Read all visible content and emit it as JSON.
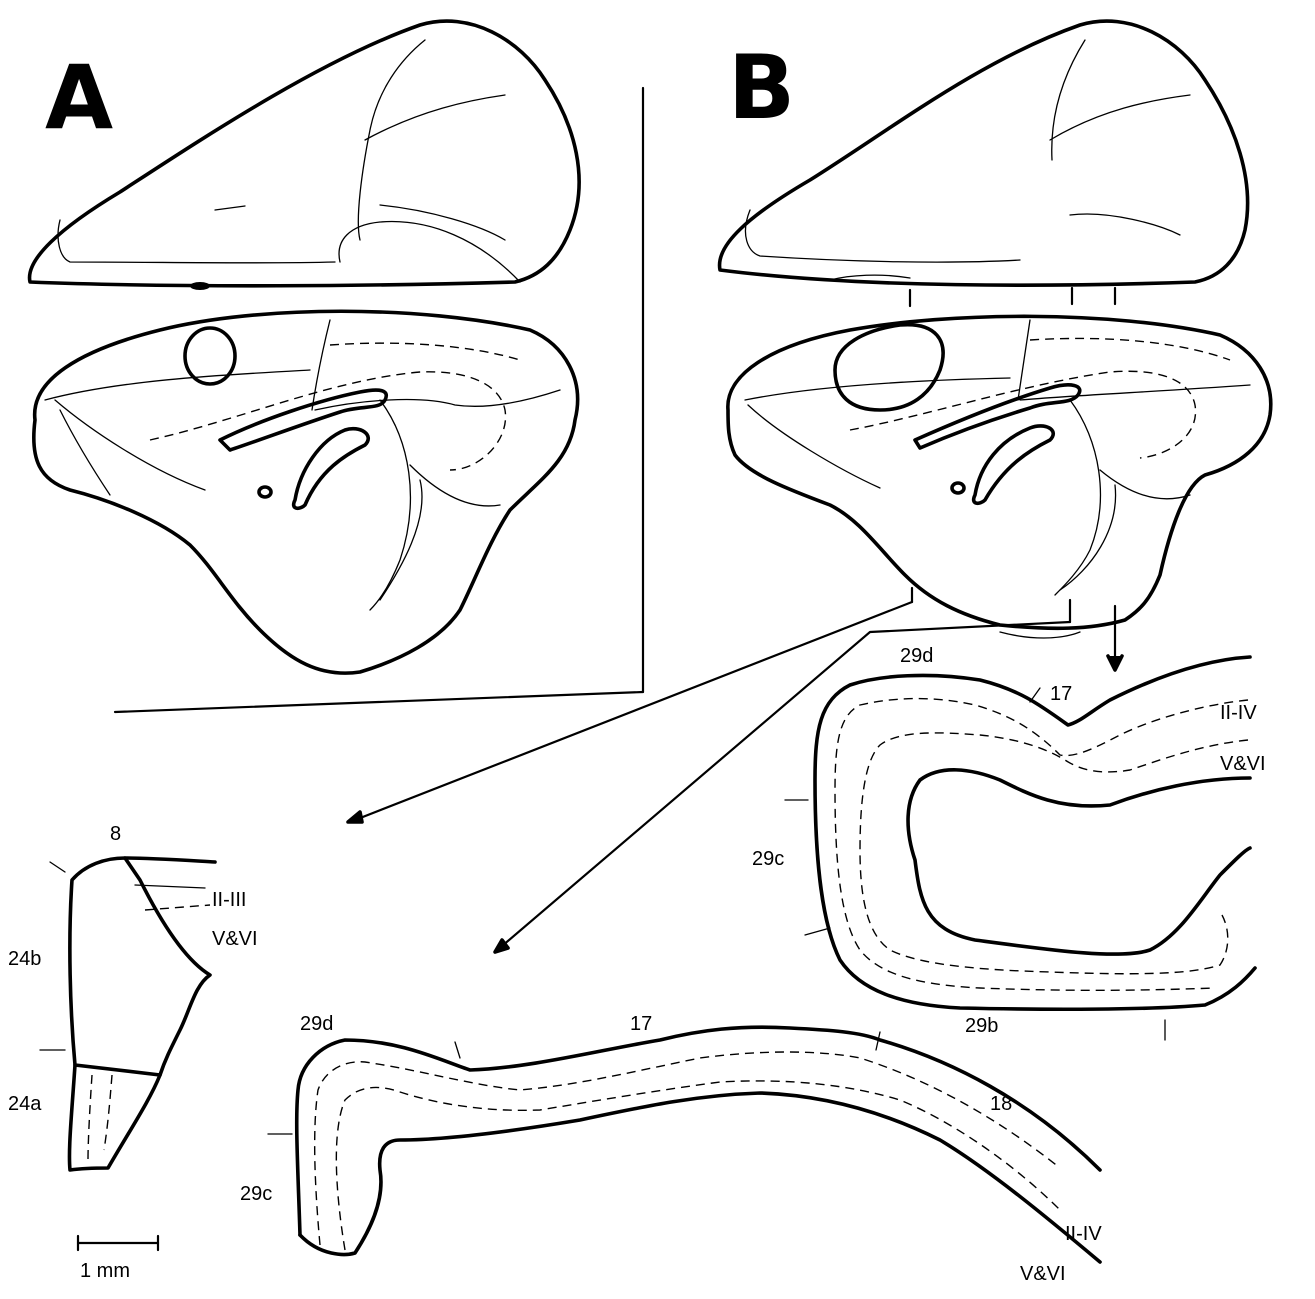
{
  "panels": {
    "a_letter": "A",
    "b_letter": "B"
  },
  "section_8_24": {
    "top_area": "8",
    "upper_left_area": "24b",
    "lower_left_area": "24a",
    "upper_layers": "II-III",
    "deep_layers": "V&VI"
  },
  "section_upper_right": {
    "top_left_area": "29d",
    "top_right_area": "17",
    "left_area": "29c",
    "bottom_area": "29b",
    "upper_layers": "II-IV",
    "deep_layers": "V&VI"
  },
  "section_lower": {
    "left_top_area": "29d",
    "middle_area": "17",
    "right_area": "18",
    "left_area": "29c",
    "upper_layers": "II-IV",
    "deep_layers": "V&VI"
  },
  "scale_bar": {
    "label": "1 mm"
  }
}
